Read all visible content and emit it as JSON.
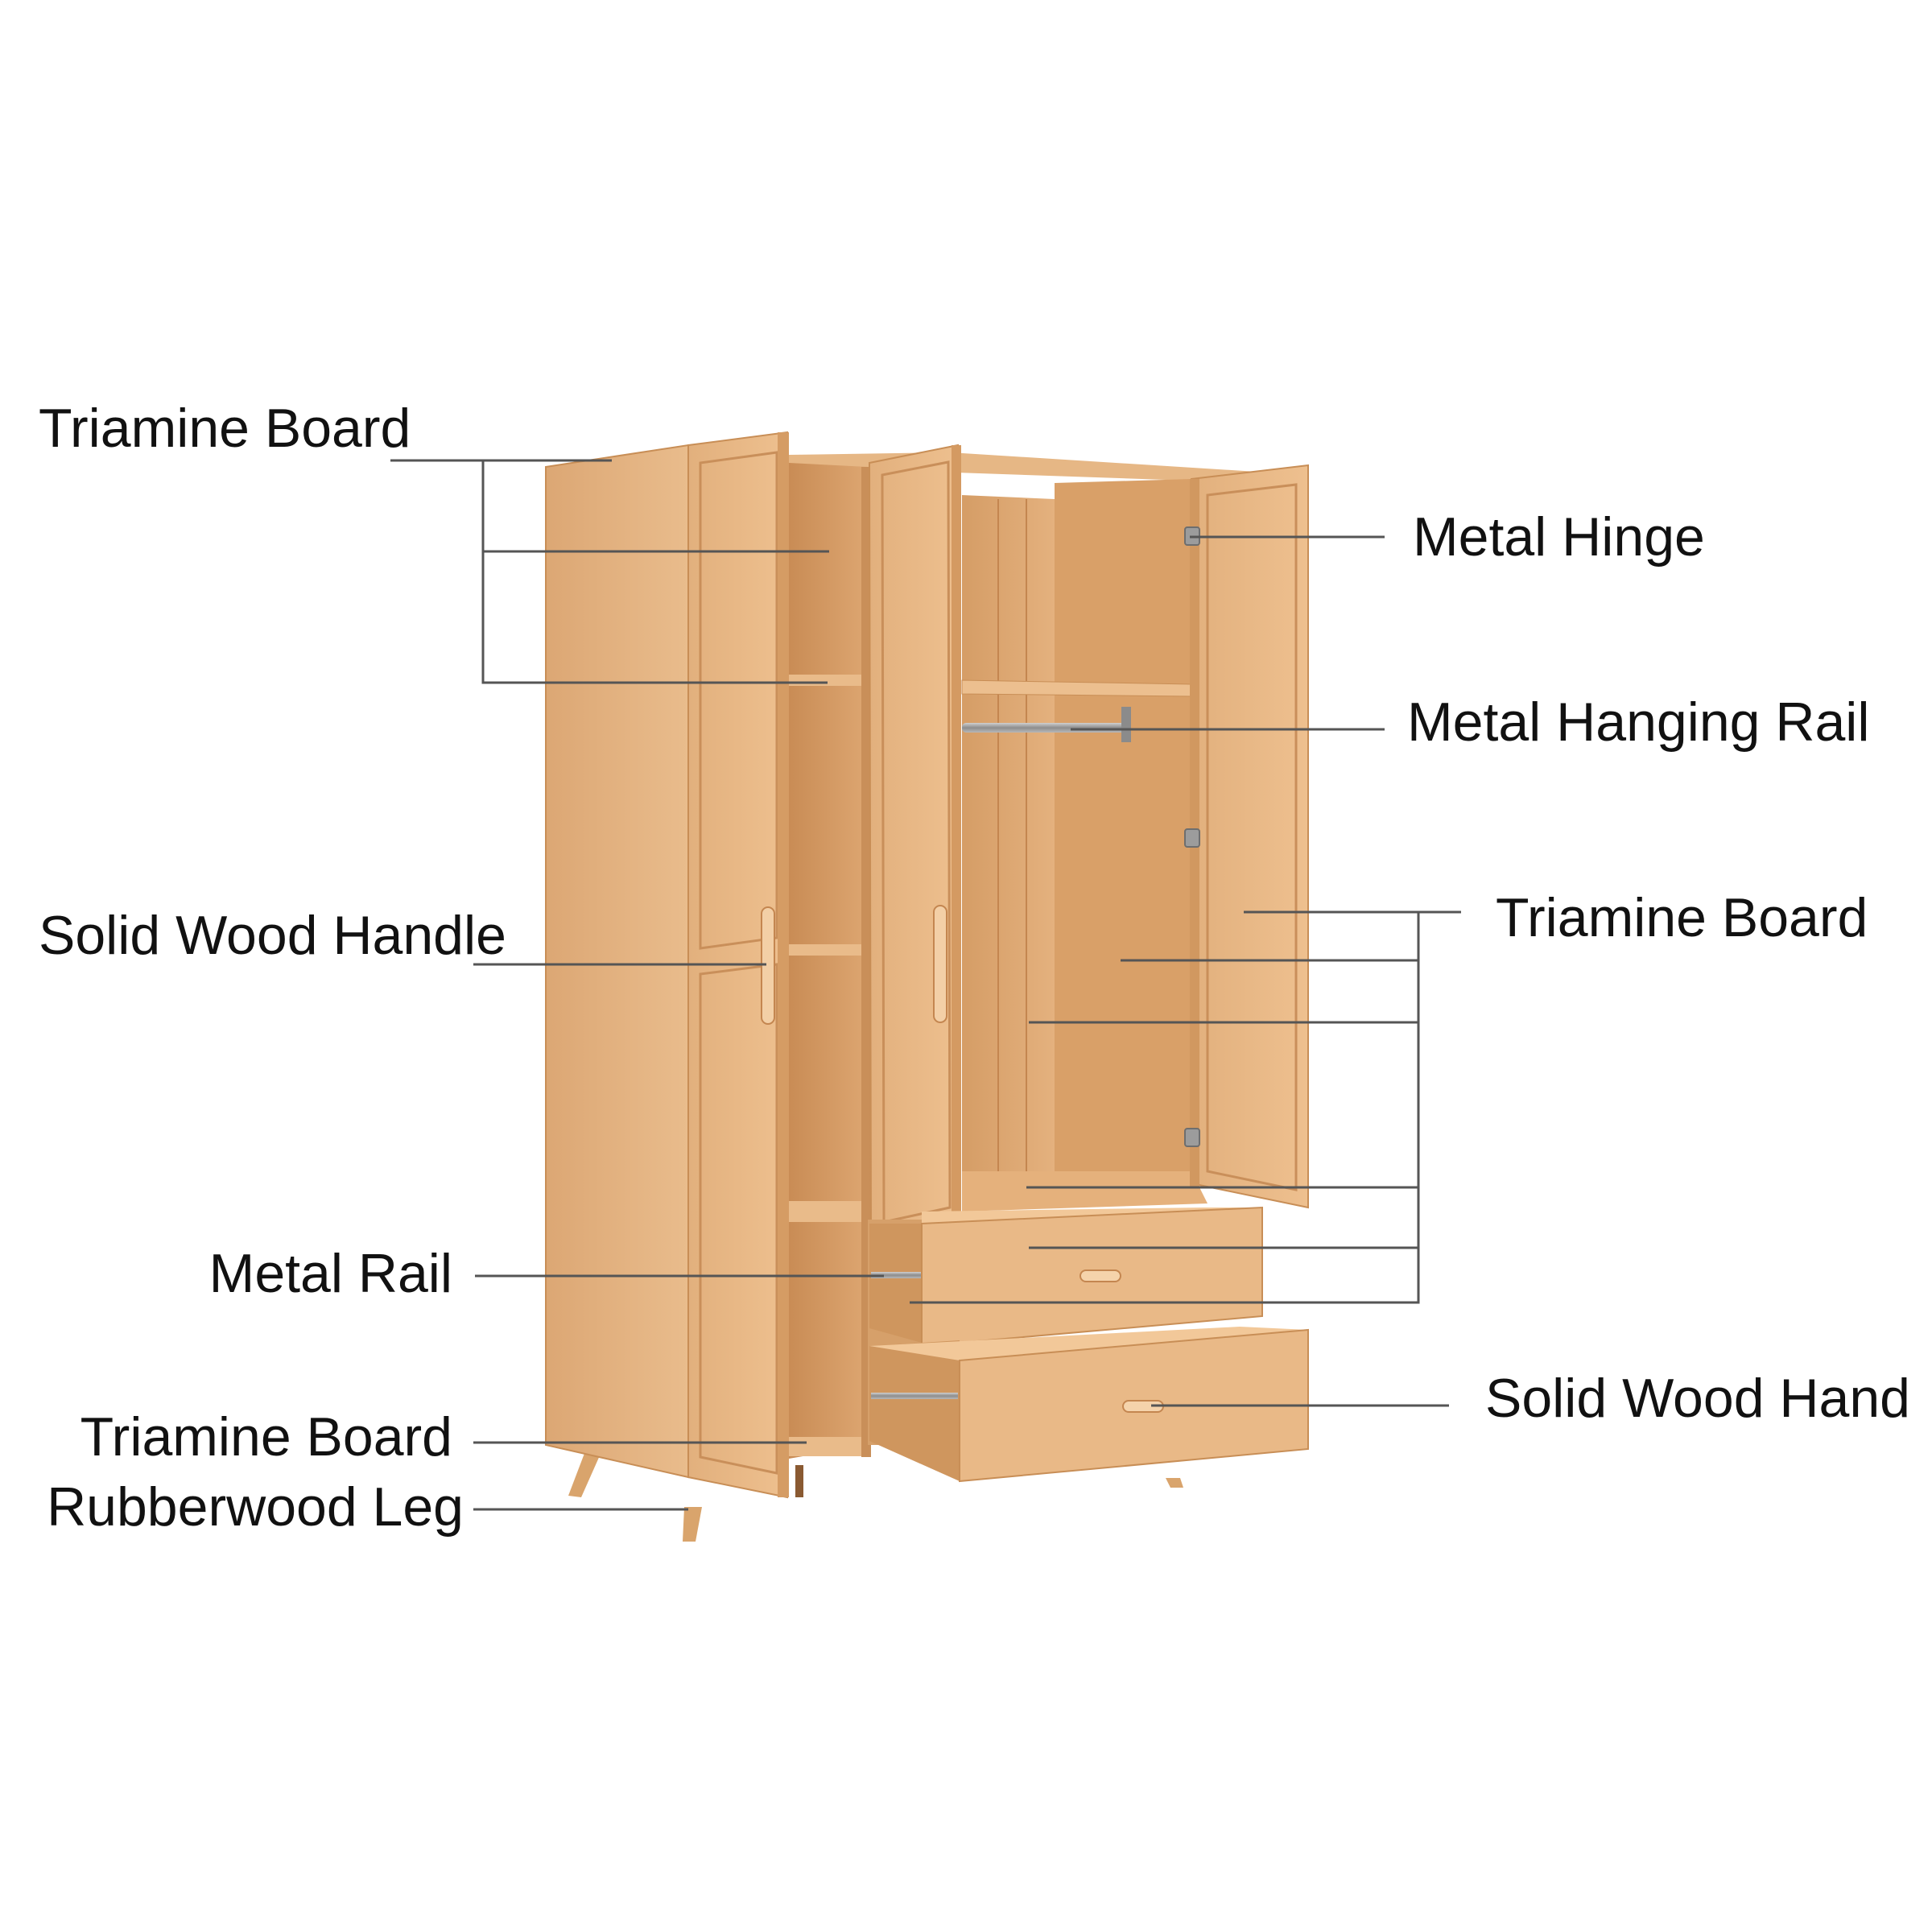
{
  "labels": {
    "left_top": "Triamine Board",
    "left_handle": "Solid Wood Handle",
    "left_rail": "Metal Rail",
    "left_bottom_board": "Triamine Board",
    "left_leg": "Rubberwood Leg",
    "right_hinge": "Metal Hinge",
    "right_hanging_rail": "Metal Hanging Rail",
    "right_board": "Triamine Board",
    "right_handle": "Solid Wood Hand"
  },
  "colors": {
    "wood_light": "#e8b98a",
    "wood_mid": "#d9a06a",
    "wood_dark": "#c48650",
    "wood_shadow": "#b57840",
    "metal": "#9a9a9a",
    "leader": "#555555",
    "text": "#111111"
  }
}
